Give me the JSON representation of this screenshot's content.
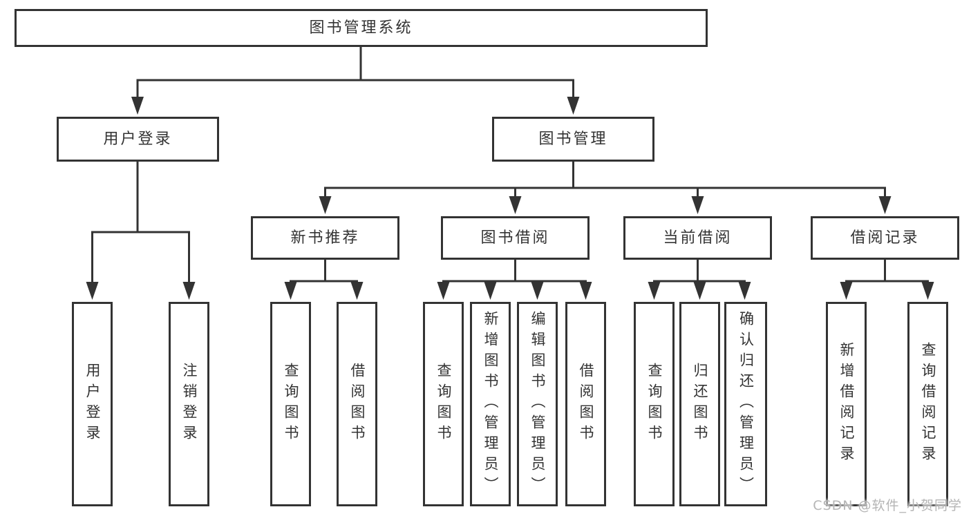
{
  "diagram": {
    "root": "图书管理系统",
    "branches": [
      {
        "label": "用户登录",
        "children": [
          "用户登录",
          "注销登录"
        ]
      },
      {
        "label": "图书管理",
        "groups": [
          {
            "label": "新书推荐",
            "children": [
              "查询图书",
              "借阅图书"
            ]
          },
          {
            "label": "图书借阅",
            "children": [
              "查询图书",
              "新增图书（管理员）",
              "编辑图书（管理员）",
              "借阅图书"
            ]
          },
          {
            "label": "当前借阅",
            "children": [
              "查询图书",
              "归还图书",
              "确认归还（管理员）"
            ]
          },
          {
            "label": "借阅记录",
            "children": [
              "新增借阅记录",
              "查询借阅记录"
            ]
          }
        ]
      }
    ]
  },
  "watermark": {
    "text": "CSDN @软件_小贺同学"
  },
  "colors": {
    "line": "#333333",
    "text": "#333333",
    "box_fill": "#ffffff",
    "watermark": "#b5b5b5",
    "background": "#ffffff"
  }
}
